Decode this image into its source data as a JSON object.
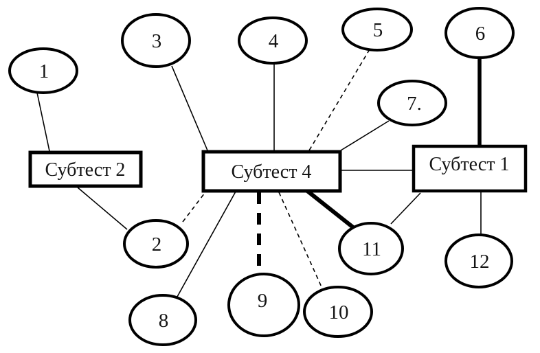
{
  "diagram": {
    "background_color": "#ffffff",
    "line_color": "#000000",
    "nodes": {
      "subtest2": {
        "label": "Субтест 2",
        "shape": "rectangle"
      },
      "subtest4": {
        "label": "Субтест 4",
        "shape": "rectangle"
      },
      "subtest1": {
        "label": "Субтест 1",
        "shape": "rectangle"
      },
      "n1": {
        "label": "1",
        "shape": "ellipse"
      },
      "n2": {
        "label": "2",
        "shape": "ellipse"
      },
      "n3": {
        "label": "3",
        "shape": "ellipse"
      },
      "n4": {
        "label": "4",
        "shape": "ellipse"
      },
      "n5": {
        "label": "5",
        "shape": "ellipse"
      },
      "n6": {
        "label": "6",
        "shape": "ellipse"
      },
      "n7": {
        "label": "7.",
        "shape": "ellipse"
      },
      "n8": {
        "label": "8",
        "shape": "ellipse"
      },
      "n9": {
        "label": "9",
        "shape": "ellipse"
      },
      "n10": {
        "label": "10",
        "shape": "ellipse"
      },
      "n11": {
        "label": "11",
        "shape": "ellipse"
      },
      "n12": {
        "label": "12",
        "shape": "ellipse"
      }
    },
    "edges": [
      {
        "from": "n1",
        "to": "subtest2",
        "style": "solid-thin"
      },
      {
        "from": "subtest2",
        "to": "n2",
        "style": "solid-thin"
      },
      {
        "from": "n2",
        "to": "subtest4",
        "style": "dashed-thin"
      },
      {
        "from": "n3",
        "to": "subtest4",
        "style": "solid-thin"
      },
      {
        "from": "n4",
        "to": "subtest4",
        "style": "solid-thin"
      },
      {
        "from": "n5",
        "to": "subtest4",
        "style": "dashed-thin"
      },
      {
        "from": "n7",
        "to": "subtest4",
        "style": "solid-thin"
      },
      {
        "from": "subtest4",
        "to": "subtest1",
        "style": "solid-thin"
      },
      {
        "from": "n6",
        "to": "subtest1",
        "style": "solid-thick"
      },
      {
        "from": "subtest4",
        "to": "n8",
        "style": "solid-thin"
      },
      {
        "from": "subtest4",
        "to": "n9",
        "style": "dashed-thick"
      },
      {
        "from": "subtest4",
        "to": "n10",
        "style": "dashed-thin"
      },
      {
        "from": "subtest4",
        "to": "n11",
        "style": "solid-thick"
      },
      {
        "from": "subtest1",
        "to": "n11",
        "style": "solid-thin"
      },
      {
        "from": "subtest1",
        "to": "n12",
        "style": "solid-thin"
      }
    ]
  }
}
